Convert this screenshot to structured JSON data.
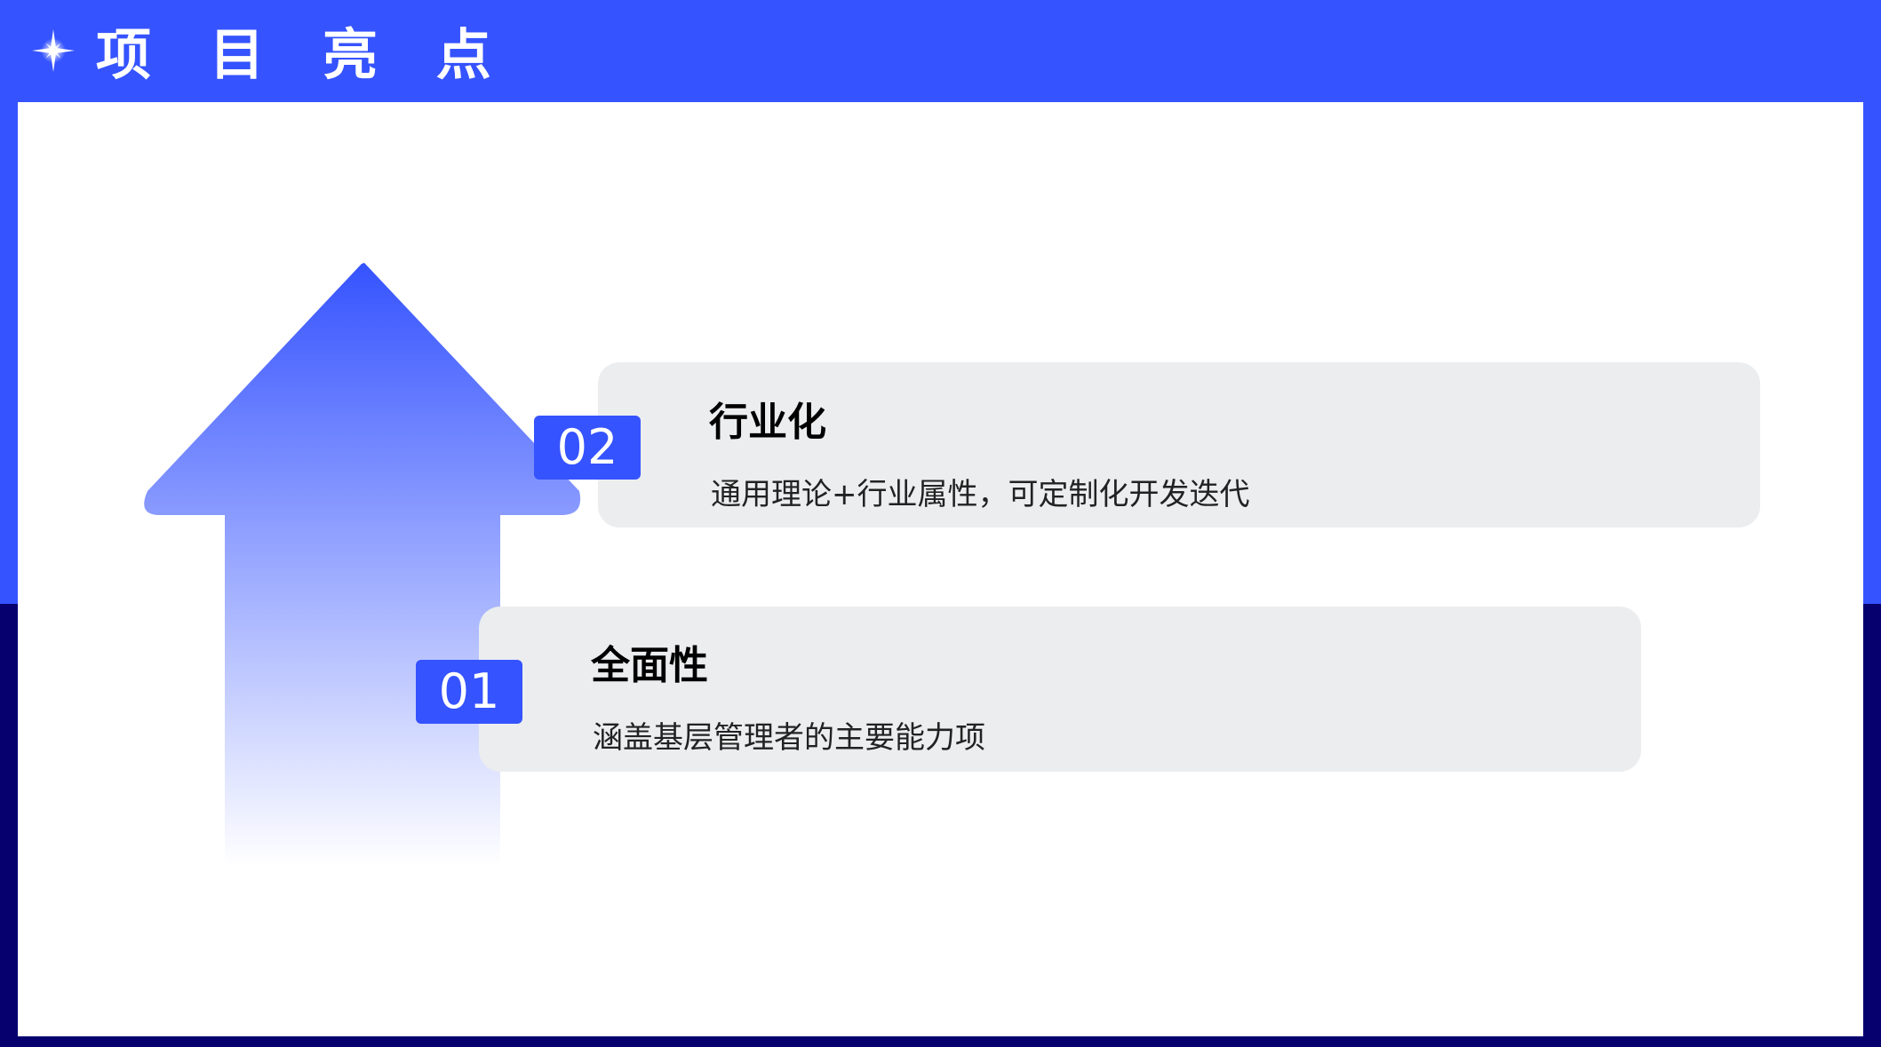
{
  "header": {
    "title": "项 目 亮 点",
    "icon": "sparkle-icon"
  },
  "colors": {
    "primary_blue": "#3553FF",
    "navy": "#05006E",
    "card_gray": "#EBEDEF"
  },
  "highlights": [
    {
      "number": "01",
      "title": "全面性",
      "description": "涵盖基层管理者的主要能力项"
    },
    {
      "number": "02",
      "title": "行业化",
      "description": "通用理论+行业属性，可定制化开发迭代"
    }
  ]
}
